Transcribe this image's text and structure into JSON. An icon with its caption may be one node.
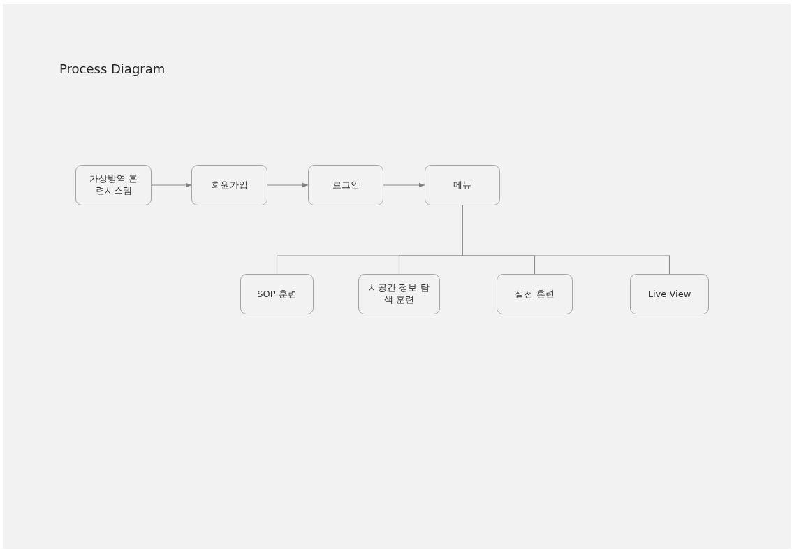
{
  "diagram": {
    "title": "Process Diagram",
    "nodes": [
      {
        "text": [
          "가상방역 훈련시스템"
        ]
      },
      {
        "text": [
          "회원가입"
        ]
      },
      {
        "text": [
          "로그인"
        ]
      },
      {
        "text": [
          "메뉴"
        ]
      },
      {
        "text": [
          "SOP 훈련"
        ]
      },
      {
        "text": [
          "시공간 정보 탐색 훈련"
        ]
      },
      {
        "text": [
          "실전 훈련"
        ]
      },
      {
        "text": [
          "Live View"
        ]
      }
    ],
    "edges": [
      {
        "from": 0,
        "to": 1,
        "arrow": "to"
      },
      {
        "from": 1,
        "to": 2,
        "arrow": "to"
      },
      {
        "from": 2,
        "to": 3,
        "arrow": "to"
      },
      {
        "from": 3,
        "to": 4,
        "arrow": "none"
      },
      {
        "from": 3,
        "to": 5,
        "arrow": "none"
      },
      {
        "from": 3,
        "to": 6,
        "arrow": "none"
      },
      {
        "from": 3,
        "to": 7,
        "arrow": "none"
      }
    ]
  }
}
